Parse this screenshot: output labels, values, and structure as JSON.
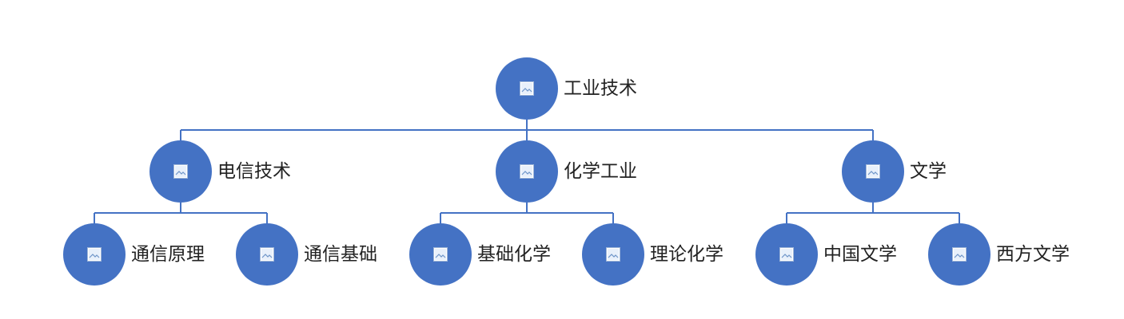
{
  "colors": {
    "node": "#4472C4",
    "connector": "#4472C4",
    "text": "#222222"
  },
  "icon": "image-placeholder-icon",
  "tree": {
    "root": {
      "label": "工业技术"
    },
    "children": [
      {
        "label": "电信技术",
        "children": [
          {
            "label": "通信原理"
          },
          {
            "label": "通信基础"
          }
        ]
      },
      {
        "label": "化学工业",
        "children": [
          {
            "label": "基础化学"
          },
          {
            "label": "理论化学"
          }
        ]
      },
      {
        "label": "文学",
        "children": [
          {
            "label": "中国文学"
          },
          {
            "label": "西方文学"
          }
        ]
      }
    ]
  }
}
